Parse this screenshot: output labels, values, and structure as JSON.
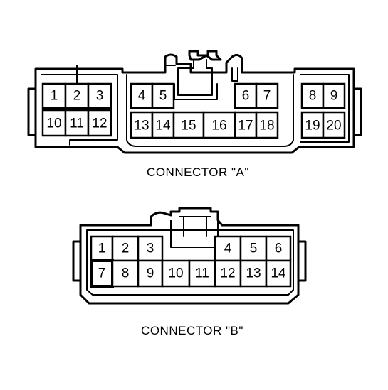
{
  "connector_a": {
    "label": "CONNECTOR \"A\"",
    "pins": [
      "1",
      "2",
      "3",
      "4",
      "5",
      "6",
      "7",
      "8",
      "9",
      "10",
      "11",
      "12",
      "13",
      "14",
      "15",
      "16",
      "17",
      "18",
      "19",
      "20"
    ]
  },
  "connector_b": {
    "label": "CONNECTOR \"B\"",
    "pins": [
      "1",
      "2",
      "3",
      "4",
      "5",
      "6",
      "7",
      "8",
      "9",
      "10",
      "11",
      "12",
      "13",
      "14"
    ]
  }
}
